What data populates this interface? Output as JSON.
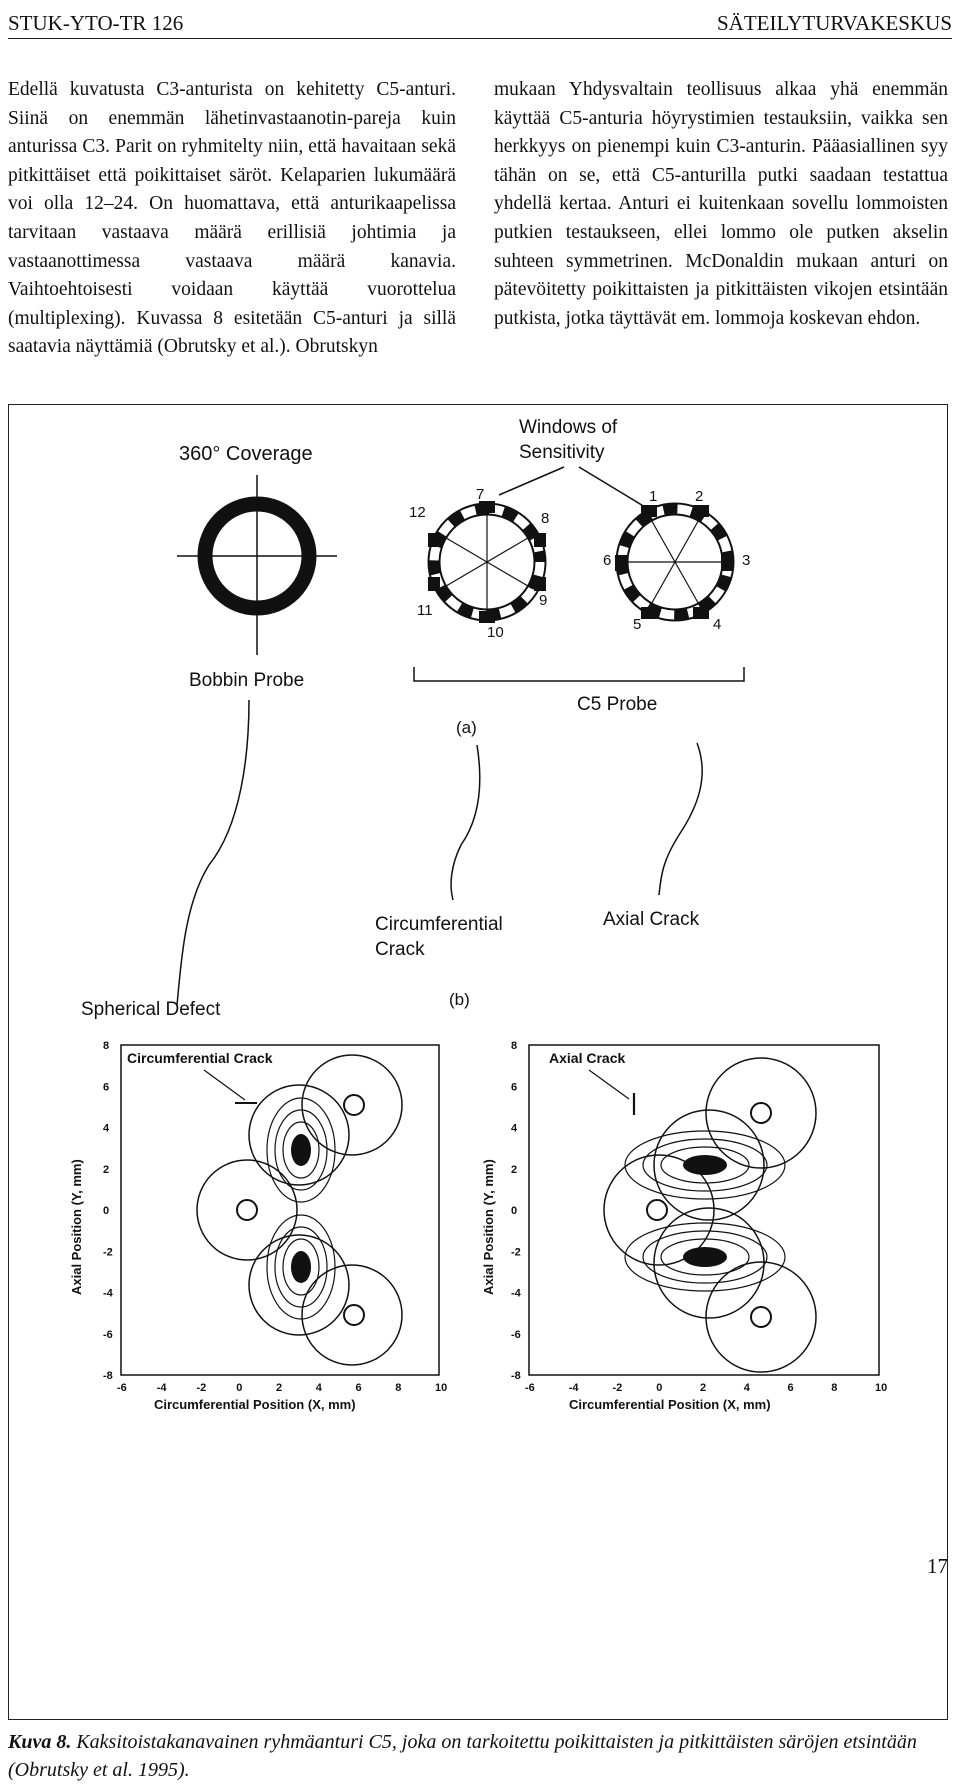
{
  "header": {
    "left": "STUK-YTO-TR 126",
    "right": "SÄTEILYTURVAKESKUS"
  },
  "text": {
    "left_column": "Edellä kuvatusta C3-anturista on kehitetty C5-anturi. Siinä on enemmän lähetinvastaanotin-pareja kuin anturissa C3. Parit on ryhmitelty niin, että havaitaan sekä pitkittäiset että poikittaiset säröt. Kelaparien lukumäärä voi olla 12–24. On huomattava, että anturikaapelissa tarvitaan vastaava määrä erillisiä johtimia ja vastaanottimessa vastaava määrä kanavia. Vaihtoehtoisesti voidaan käyttää vuorottelua (multiplexing). Kuvassa 8 esitetään C5-anturi ja sillä saatavia näyttämiä (Obrutsky et al.). Obrutskyn",
    "right_column": "mukaan Yhdysvaltain teollisuus alkaa yhä enemmän käyttää C5-anturia höyrystimien testauksiin, vaikka sen herkkyys on pienempi kuin C3-anturin. Pääasiallinen syy tähän on se, että C5-anturilla putki saadaan testattua yhdellä kertaa. Anturi ei kuitenkaan sovellu lommoisten putkien testaukseen, ellei lommo ole putken akselin suhteen symmetrinen. McDonaldin mukaan anturi on pätevöitetty poikittaisten ja pitkittäisten vikojen etsintään putkista, jotka täyttävät em. lommoja koskevan ehdon."
  },
  "figure": {
    "coverage_label": "360° Coverage",
    "windows_label_1": "Windows of",
    "windows_label_2": "Sensitivity",
    "bobbin_label": "Bobbin Probe",
    "c5_label": "C5 Probe",
    "part_a": "(a)",
    "part_b": "(b)",
    "circ_crack_1": "Circumferential",
    "circ_crack_2": "Crack",
    "axial_crack": "Axial Crack",
    "spherical_defect": "Spherical Defect",
    "left_probe_numbers": [
      "7",
      "8",
      "9",
      "10",
      "11",
      "12"
    ],
    "right_probe_numbers": [
      "1",
      "2",
      "3",
      "4",
      "5",
      "6"
    ],
    "plot_left_title": "Circumferential Crack",
    "plot_right_title": "Axial Crack",
    "y_axis_label": "Axial Position (Y, mm)",
    "x_axis_label": "Circumferential Position (X, mm)",
    "x_ticks": [
      "-6",
      "-4",
      "-2",
      "0",
      "2",
      "4",
      "6",
      "8",
      "10"
    ],
    "y_ticks": [
      "8",
      "6",
      "4",
      "2",
      "0",
      "-2",
      "-4",
      "-6",
      "-8"
    ]
  },
  "caption": {
    "label": "Kuva 8.",
    "text": " Kaksitoistakanavainen ryhmäanturi C5, joka on tarkoitettu poikittaisten ja pitkittäisten säröjen etsintään (Obrutsky et al. 1995)."
  },
  "page_number": "17"
}
